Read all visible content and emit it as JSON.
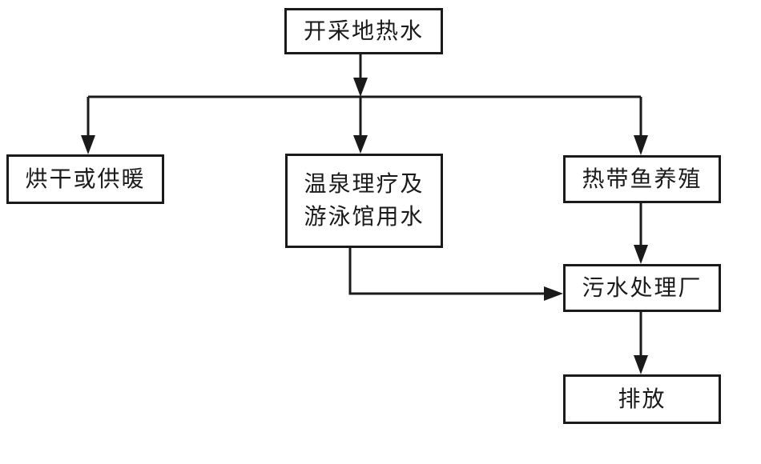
{
  "diagram": {
    "type": "flowchart",
    "colors": {
      "line": "#1a1a1a",
      "text": "#1a1a1a",
      "background": "#ffffff"
    },
    "nodes": {
      "source": {
        "label": "开采地热水"
      },
      "drying": {
        "label": "烘干或供暖"
      },
      "spa": {
        "line1": "温泉理疗及",
        "line2": "游泳馆用水"
      },
      "fish": {
        "label": "热带鱼养殖"
      },
      "sewage": {
        "label": "污水处理厂"
      },
      "discharge": {
        "label": "排放"
      }
    },
    "edges": [
      {
        "from": "source",
        "to": "drying"
      },
      {
        "from": "source",
        "to": "spa"
      },
      {
        "from": "source",
        "to": "fish"
      },
      {
        "from": "spa",
        "to": "sewage"
      },
      {
        "from": "fish",
        "to": "sewage"
      },
      {
        "from": "sewage",
        "to": "discharge"
      }
    ]
  }
}
